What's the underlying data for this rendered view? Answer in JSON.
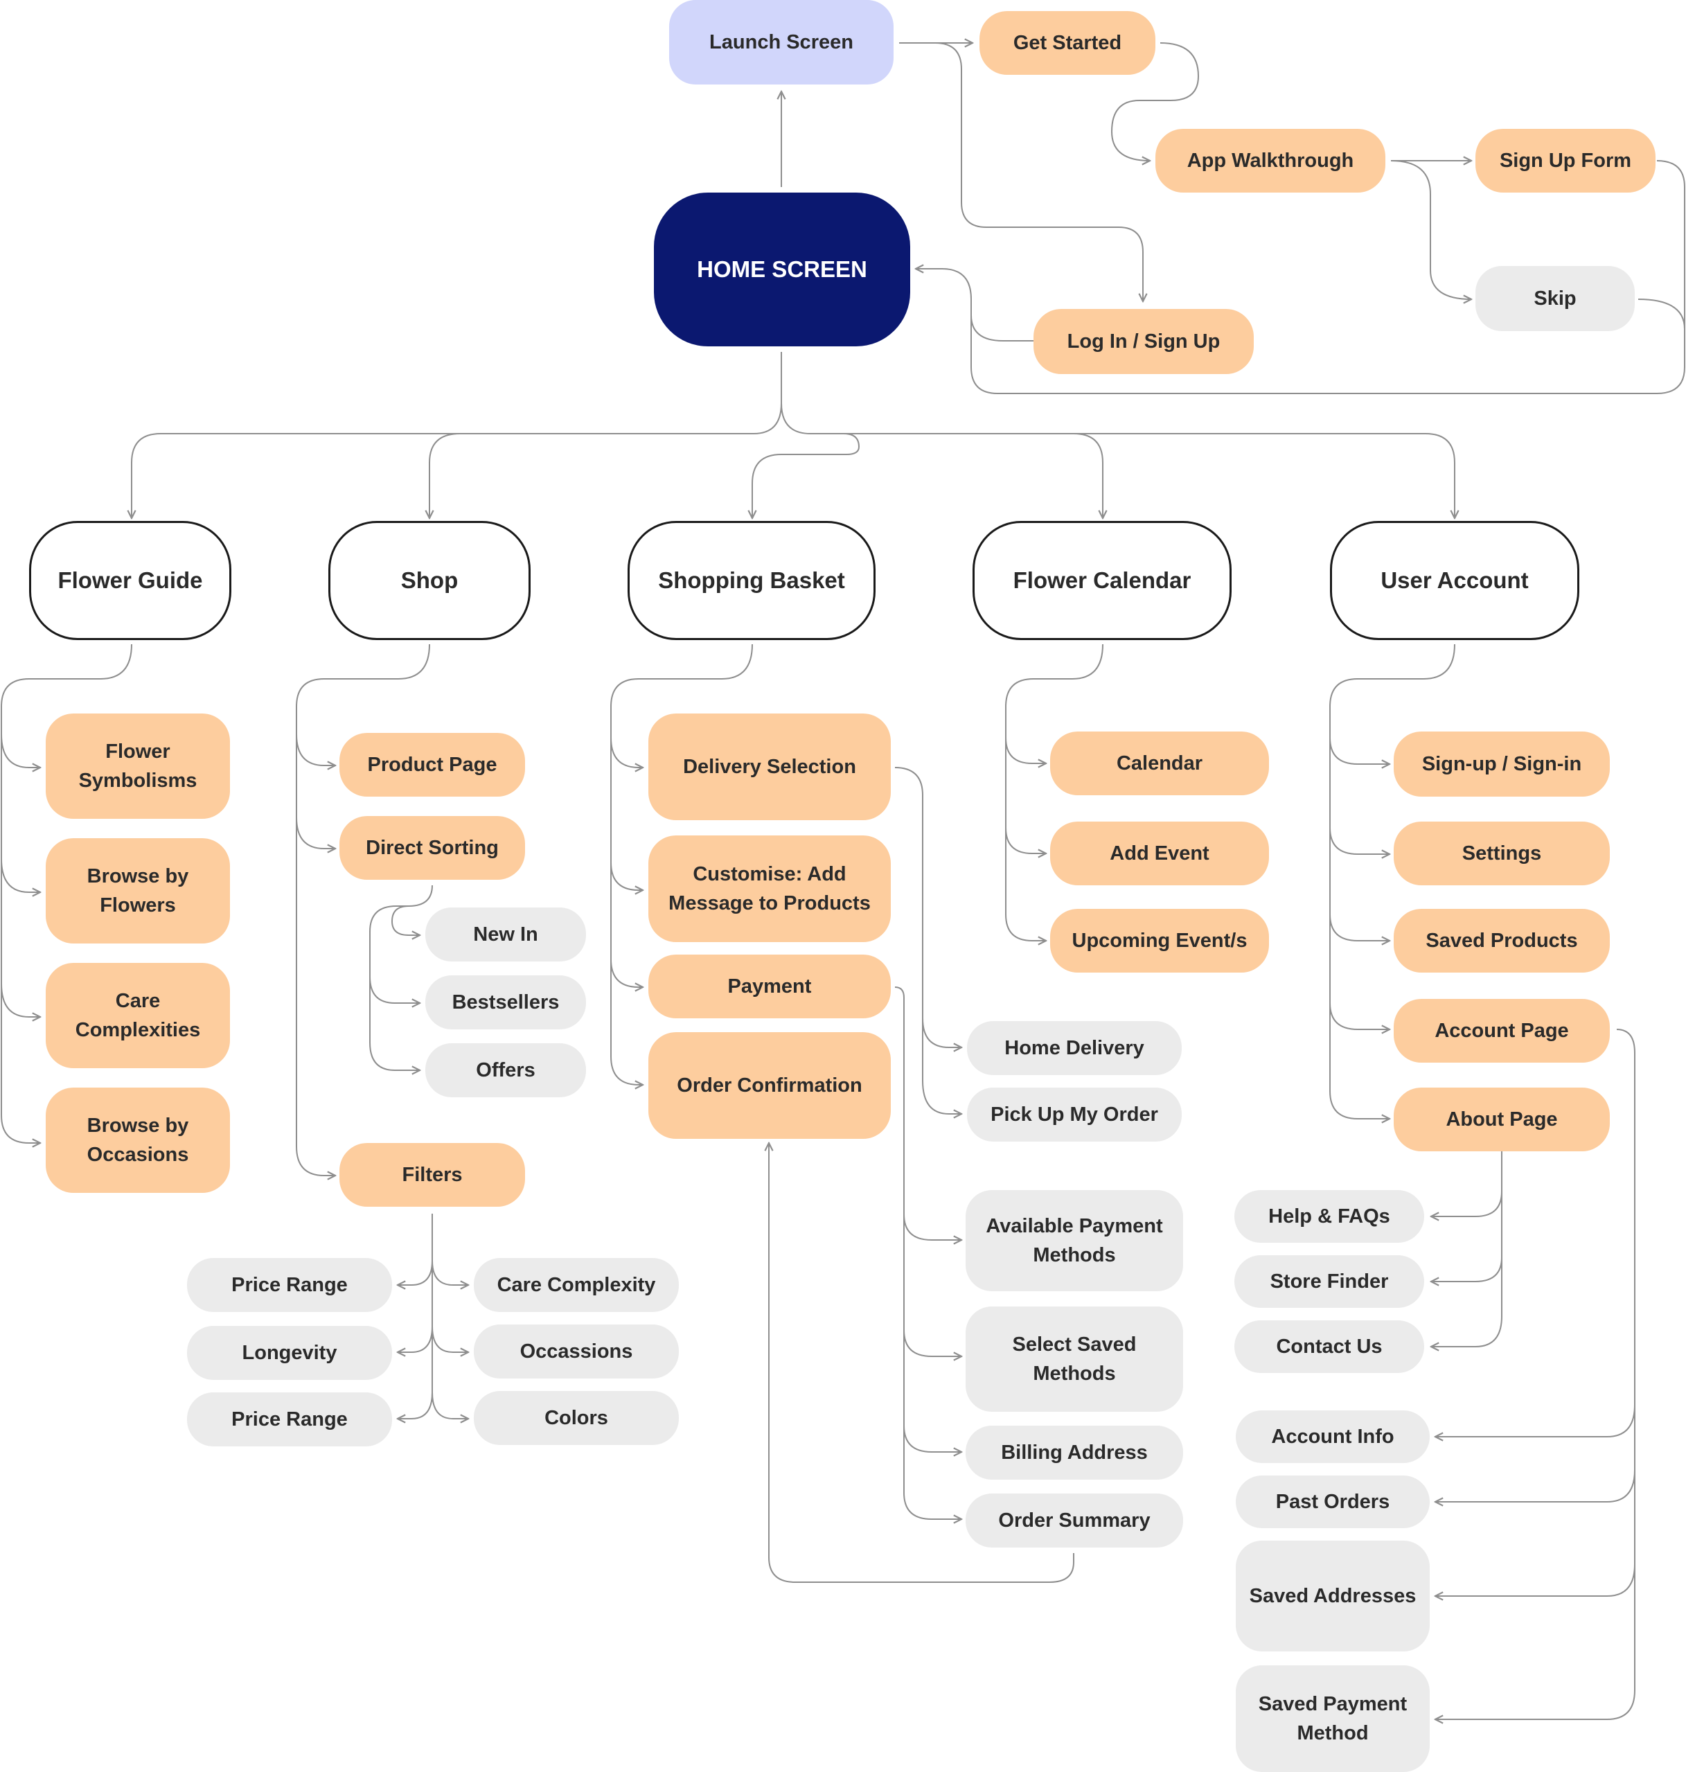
{
  "nodes": {
    "launch": "Launch Screen",
    "get_started": "Get Started",
    "app_walkthrough": "App Walkthrough",
    "sign_up_form": "Sign Up Form",
    "skip": "Skip",
    "home": "HOME SCREEN",
    "log_in_sign_up": "Log In / Sign Up",
    "flower_guide": "Flower Guide",
    "shop": "Shop",
    "shopping_basket": "Shopping Basket",
    "flower_calendar": "Flower Calendar",
    "user_account": "User Account",
    "flower_symbolisms": "Flower Symbolisms",
    "browse_by_flowers": "Browse by Flowers",
    "care_complexities": "Care Complexities",
    "browse_by_occasions": "Browse by Occasions",
    "product_page": "Product Page",
    "direct_sorting": "Direct Sorting",
    "new_in": "New In",
    "bestsellers": "Bestsellers",
    "offers": "Offers",
    "filters": "Filters",
    "price_range_1": "Price Range",
    "longevity": "Longevity",
    "price_range_2": "Price Range",
    "care_complexity": "Care Complexity",
    "occassions": "Occassions",
    "colors": "Colors",
    "delivery_selection": "Delivery Selection",
    "customise_message": "Customise: Add Message to Products",
    "payment": "Payment",
    "order_confirmation": "Order Confirmation",
    "home_delivery": "Home Delivery",
    "pick_up_my_order": "Pick Up My Order",
    "available_payment_methods": "Available Payment Methods",
    "select_saved_methods": "Select Saved Methods",
    "billing_address": "Billing Address",
    "order_summary": "Order Summary",
    "calendar": "Calendar",
    "add_event": "Add Event",
    "upcoming_events": "Upcoming Event/s",
    "sign_up_sign_in": "Sign-up / Sign-in",
    "settings": "Settings",
    "saved_products": "Saved Products",
    "account_page": "Account Page",
    "about_page": "About Page",
    "help_faqs": "Help & FAQs",
    "store_finder": "Store Finder",
    "contact_us": "Contact Us",
    "account_info": "Account Info",
    "past_orders": "Past Orders",
    "saved_addresses": "Saved Addresses",
    "saved_payment_method": "Saved Payment Method"
  },
  "colors": {
    "primary_node": "#0b1870",
    "launch_node": "#d1d6fb",
    "screen_node": "#fdcd9e",
    "sub_node": "#ebebeb",
    "connector": "#8e8e8e"
  }
}
